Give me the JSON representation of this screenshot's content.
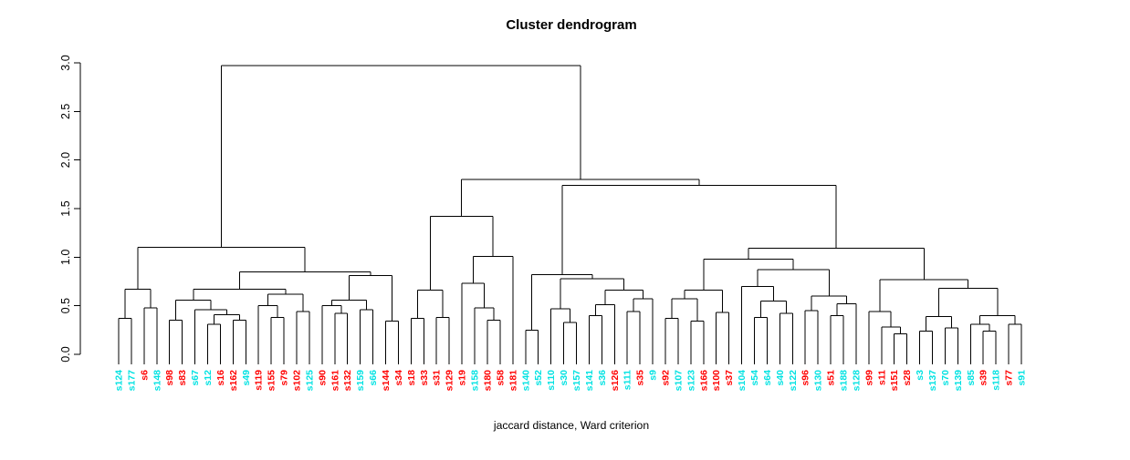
{
  "title": "Cluster dendrogram",
  "caption": "jaccard distance, Ward criterion",
  "colors": {
    "cyan": "#00E2E2",
    "red": "#FF0000",
    "line": "#000000",
    "background": "#FFFFFF"
  },
  "chart_data": {
    "type": "dendrogram",
    "title": "Cluster dendrogram",
    "xlabel": "jaccard distance, Ward criterion",
    "ylabel": "",
    "y_axis": {
      "min": 0,
      "max": 3,
      "ticks": [
        "0.0",
        "0.5",
        "1.0",
        "1.5",
        "2.0",
        "2.5",
        "3.0"
      ],
      "tick_values": [
        0,
        0.5,
        1,
        1.5,
        2,
        2.5,
        3
      ]
    },
    "grid": false,
    "legend": "none",
    "root_height": 2.97,
    "leaves": [
      {
        "label": "s124",
        "color": "cyan"
      },
      {
        "label": "s177",
        "color": "cyan"
      },
      {
        "label": "s6",
        "color": "red"
      },
      {
        "label": "s148",
        "color": "cyan"
      },
      {
        "label": "s98",
        "color": "red"
      },
      {
        "label": "s83",
        "color": "red"
      },
      {
        "label": "s67",
        "color": "cyan"
      },
      {
        "label": "s12",
        "color": "cyan"
      },
      {
        "label": "s16",
        "color": "red"
      },
      {
        "label": "s162",
        "color": "red"
      },
      {
        "label": "s49",
        "color": "cyan"
      },
      {
        "label": "s119",
        "color": "red"
      },
      {
        "label": "s155",
        "color": "red"
      },
      {
        "label": "s79",
        "color": "red"
      },
      {
        "label": "s102",
        "color": "red"
      },
      {
        "label": "s125",
        "color": "cyan"
      },
      {
        "label": "s90",
        "color": "red"
      },
      {
        "label": "s161",
        "color": "red"
      },
      {
        "label": "s132",
        "color": "red"
      },
      {
        "label": "s159",
        "color": "cyan"
      },
      {
        "label": "s66",
        "color": "cyan"
      },
      {
        "label": "s144",
        "color": "red"
      },
      {
        "label": "s34",
        "color": "red"
      },
      {
        "label": "s18",
        "color": "red"
      },
      {
        "label": "s33",
        "color": "red"
      },
      {
        "label": "s31",
        "color": "red"
      },
      {
        "label": "s129",
        "color": "red"
      },
      {
        "label": "s19",
        "color": "red"
      },
      {
        "label": "s158",
        "color": "cyan"
      },
      {
        "label": "s180",
        "color": "red"
      },
      {
        "label": "s58",
        "color": "red"
      },
      {
        "label": "s181",
        "color": "red"
      },
      {
        "label": "s140",
        "color": "cyan"
      },
      {
        "label": "s52",
        "color": "cyan"
      },
      {
        "label": "s110",
        "color": "cyan"
      },
      {
        "label": "s30",
        "color": "cyan"
      },
      {
        "label": "s157",
        "color": "cyan"
      },
      {
        "label": "s141",
        "color": "cyan"
      },
      {
        "label": "s36",
        "color": "cyan"
      },
      {
        "label": "s126",
        "color": "red"
      },
      {
        "label": "s111",
        "color": "cyan"
      },
      {
        "label": "s35",
        "color": "red"
      },
      {
        "label": "s9",
        "color": "cyan"
      },
      {
        "label": "s92",
        "color": "red"
      },
      {
        "label": "s107",
        "color": "cyan"
      },
      {
        "label": "s123",
        "color": "cyan"
      },
      {
        "label": "s166",
        "color": "red"
      },
      {
        "label": "s100",
        "color": "red"
      },
      {
        "label": "s37",
        "color": "red"
      },
      {
        "label": "s104",
        "color": "cyan"
      },
      {
        "label": "s54",
        "color": "cyan"
      },
      {
        "label": "s64",
        "color": "cyan"
      },
      {
        "label": "s40",
        "color": "cyan"
      },
      {
        "label": "s122",
        "color": "cyan"
      },
      {
        "label": "s96",
        "color": "red"
      },
      {
        "label": "s130",
        "color": "cyan"
      },
      {
        "label": "s51",
        "color": "red"
      },
      {
        "label": "s188",
        "color": "cyan"
      },
      {
        "label": "s128",
        "color": "cyan"
      },
      {
        "label": "s99",
        "color": "red"
      },
      {
        "label": "s11",
        "color": "red"
      },
      {
        "label": "s151",
        "color": "red"
      },
      {
        "label": "s28",
        "color": "red"
      },
      {
        "label": "s3",
        "color": "cyan"
      },
      {
        "label": "s137",
        "color": "cyan"
      },
      {
        "label": "s70",
        "color": "cyan"
      },
      {
        "label": "s139",
        "color": "cyan"
      },
      {
        "label": "s85",
        "color": "cyan"
      },
      {
        "label": "s39",
        "color": "red"
      },
      {
        "label": "s118",
        "color": "cyan"
      },
      {
        "label": "s77",
        "color": "red"
      },
      {
        "label": "s91",
        "color": "cyan"
      }
    ],
    "tree": {
      "h": 2.97,
      "c": [
        {
          "h": 1.1,
          "c": [
            {
              "h": 0.67,
              "c": [
                {
                  "h": 0.37,
                  "c": [
                    "s124",
                    "s177"
                  ]
                },
                {
                  "h": 0.48,
                  "c": [
                    "s6",
                    "s148"
                  ]
                }
              ]
            },
            {
              "h": 0.85,
              "c": [
                {
                  "h": 0.67,
                  "c": [
                    {
                      "h": 0.56,
                      "c": [
                        {
                          "h": 0.35,
                          "c": [
                            "s98",
                            "s83"
                          ]
                        },
                        {
                          "h": 0.46,
                          "c": [
                            "s67",
                            {
                              "h": 0.41,
                              "c": [
                                {
                                  "h": 0.31,
                                  "c": [
                                    "s12",
                                    "s16"
                                  ]
                                },
                                {
                                  "h": 0.35,
                                  "c": [
                                    "s162",
                                    "s49"
                                  ]
                                }
                              ]
                            }
                          ]
                        }
                      ]
                    },
                    {
                      "h": 0.62,
                      "c": [
                        {
                          "h": 0.5,
                          "c": [
                            "s119",
                            {
                              "h": 0.38,
                              "c": [
                                "s155",
                                "s79"
                              ]
                            }
                          ]
                        },
                        {
                          "h": 0.44,
                          "c": [
                            "s102",
                            "s125"
                          ]
                        }
                      ]
                    }
                  ]
                },
                {
                  "h": 0.81,
                  "c": [
                    {
                      "h": 0.56,
                      "c": [
                        {
                          "h": 0.5,
                          "c": [
                            "s90",
                            {
                              "h": 0.42,
                              "c": [
                                "s161",
                                "s132"
                              ]
                            }
                          ]
                        },
                        {
                          "h": 0.46,
                          "c": [
                            "s159",
                            "s66"
                          ]
                        }
                      ]
                    },
                    {
                      "h": 0.34,
                      "c": [
                        "s144",
                        "s34"
                      ]
                    }
                  ]
                }
              ]
            }
          ]
        },
        {
          "h": 1.8,
          "c": [
            {
              "h": 1.42,
              "c": [
                {
                  "h": 0.66,
                  "c": [
                    {
                      "h": 0.37,
                      "c": [
                        "s18",
                        "s33"
                      ]
                    },
                    {
                      "h": 0.38,
                      "c": [
                        "s31",
                        "s129"
                      ]
                    }
                  ]
                },
                {
                  "h": 1.01,
                  "c": [
                    {
                      "h": 0.73,
                      "c": [
                        "s19",
                        {
                          "h": 0.48,
                          "c": [
                            "s158",
                            {
                              "h": 0.35,
                              "c": [
                                "s180",
                                "s58"
                              ]
                            }
                          ]
                        }
                      ]
                    },
                    "s181"
                  ]
                }
              ]
            },
            {
              "h": 1.74,
              "c": [
                {
                  "h": 0.82,
                  "c": [
                    {
                      "h": 0.25,
                      "c": [
                        "s140",
                        "s52"
                      ]
                    },
                    {
                      "h": 0.78,
                      "c": [
                        {
                          "h": 0.47,
                          "c": [
                            "s110",
                            {
                              "h": 0.33,
                              "c": [
                                "s30",
                                "s157"
                              ]
                            }
                          ]
                        },
                        {
                          "h": 0.66,
                          "c": [
                            {
                              "h": 0.51,
                              "c": [
                                {
                                  "h": 0.4,
                                  "c": [
                                    "s141",
                                    "s36"
                                  ]
                                },
                                "s126"
                              ]
                            },
                            {
                              "h": 0.57,
                              "c": [
                                {
                                  "h": 0.44,
                                  "c": [
                                    "s111",
                                    "s35"
                                  ]
                                },
                                "s9"
                              ]
                            }
                          ]
                        }
                      ]
                    }
                  ]
                },
                {
                  "h": 1.09,
                  "c": [
                    {
                      "h": 0.98,
                      "c": [
                        {
                          "h": 0.66,
                          "c": [
                            {
                              "h": 0.57,
                              "c": [
                                {
                                  "h": 0.37,
                                  "c": [
                                    "s92",
                                    "s107"
                                  ]
                                },
                                {
                                  "h": 0.34,
                                  "c": [
                                    "s123",
                                    "s166"
                                  ]
                                }
                              ]
                            },
                            {
                              "h": 0.43,
                              "c": [
                                "s100",
                                "s37"
                              ]
                            }
                          ]
                        },
                        {
                          "h": 0.87,
                          "c": [
                            {
                              "h": 0.7,
                              "c": [
                                "s104",
                                {
                                  "h": 0.55,
                                  "c": [
                                    {
                                      "h": 0.38,
                                      "c": [
                                        "s54",
                                        "s64"
                                      ]
                                    },
                                    {
                                      "h": 0.42,
                                      "c": [
                                        "s40",
                                        "s122"
                                      ]
                                    }
                                  ]
                                }
                              ]
                            },
                            {
                              "h": 0.6,
                              "c": [
                                {
                                  "h": 0.45,
                                  "c": [
                                    "s96",
                                    "s130"
                                  ]
                                },
                                {
                                  "h": 0.52,
                                  "c": [
                                    {
                                      "h": 0.4,
                                      "c": [
                                        "s51",
                                        "s188"
                                      ]
                                    },
                                    "s128"
                                  ]
                                }
                              ]
                            }
                          ]
                        }
                      ]
                    },
                    {
                      "h": 0.77,
                      "c": [
                        {
                          "h": 0.44,
                          "c": [
                            "s99",
                            {
                              "h": 0.28,
                              "c": [
                                "s11",
                                {
                                  "h": 0.21,
                                  "c": [
                                    "s151",
                                    "s28"
                                  ]
                                }
                              ]
                            }
                          ]
                        },
                        {
                          "h": 0.68,
                          "c": [
                            {
                              "h": 0.39,
                              "c": [
                                {
                                  "h": 0.24,
                                  "c": [
                                    "s3",
                                    "s137"
                                  ]
                                },
                                {
                                  "h": 0.27,
                                  "c": [
                                    "s70",
                                    "s139"
                                  ]
                                }
                              ]
                            },
                            {
                              "h": 0.4,
                              "c": [
                                {
                                  "h": 0.31,
                                  "c": [
                                    "s85",
                                    {
                                      "h": 0.24,
                                      "c": [
                                        "s39",
                                        "s118"
                                      ]
                                    }
                                  ]
                                },
                                {
                                  "h": 0.31,
                                  "c": [
                                    "s77",
                                    "s91"
                                  ]
                                }
                              ]
                            }
                          ]
                        }
                      ]
                    }
                  ]
                }
              ]
            }
          ]
        }
      ]
    }
  }
}
